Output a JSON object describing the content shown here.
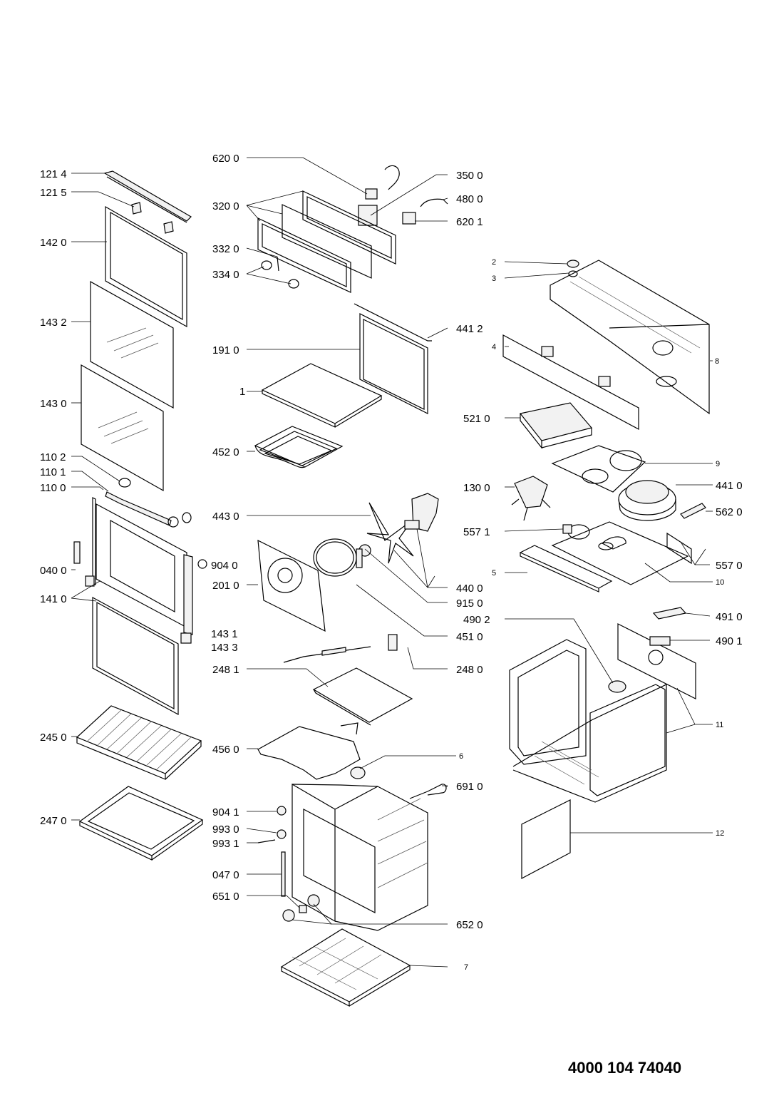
{
  "document_code": "4000 104 74040",
  "labels": {
    "l1214": "121 4",
    "l1215": "121 5",
    "l1420": "142 0",
    "l1432": "143 2",
    "l1430": "143 0",
    "l1102": "110 2",
    "l1101": "110 1",
    "l1100": "110 0",
    "l0400": "040 0",
    "l1410": "141 0",
    "l2450": "245 0",
    "l2470": "247 0",
    "l6200": "620 0",
    "l3500": "350 0",
    "l4800": "480 0",
    "l6201": "620 1",
    "l3200": "320 0",
    "l3320": "332 0",
    "l3340": "334 0",
    "l4412": "441 2",
    "l1910": "191 0",
    "l1": "1",
    "l4520": "452 0",
    "l4430": "443 0",
    "l9040": "904 0",
    "l2010": "201 0",
    "l4400": "440 0",
    "l9150": "915 0",
    "l4510": "451 0",
    "l1431": "143 1",
    "l1433": "143 3",
    "l2481": "248 1",
    "l2480": "248 0",
    "l4560": "456 0",
    "l6": "6",
    "l6910": "691 0",
    "l9041": "904 1",
    "l9930": "993 0",
    "l9931": "993 1",
    "l0470": "047 0",
    "l6510": "651 0",
    "l6520": "652 0",
    "l7": "7",
    "l2": "2",
    "l3": "3",
    "l4": "4",
    "l8": "8",
    "l5210": "521 0",
    "l9": "9",
    "l1300": "130 0",
    "l4410": "441 0",
    "l5620": "562 0",
    "l5571": "557 1",
    "l5570": "557 0",
    "l5": "5",
    "l10": "10",
    "l4910": "491 0",
    "l4902": "490 2",
    "l4901": "490 1",
    "l11": "11",
    "l12": "12"
  }
}
